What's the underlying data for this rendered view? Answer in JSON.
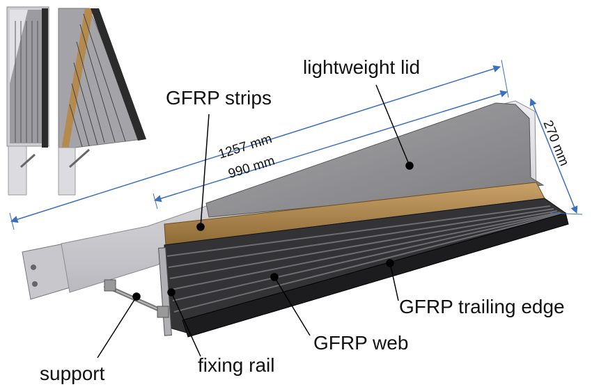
{
  "labels": {
    "lightweight_lid": "lightweight lid",
    "gfrp_strips": "GFRP strips",
    "gfrp_trailing_edge": "GFRP trailing edge",
    "gfrp_web": "GFRP web",
    "support": "support",
    "fixing_rail": "fixing rail"
  },
  "dimensions": {
    "overall_length": "1257 mm",
    "inner_length": "990 mm",
    "height": "270 mm"
  },
  "colors": {
    "dimension_line": "#3a6fc4",
    "lid": "#8a8a8a",
    "strips": "#b48a4e",
    "web": "#2a2a2a",
    "body": "#d8d8dc"
  }
}
